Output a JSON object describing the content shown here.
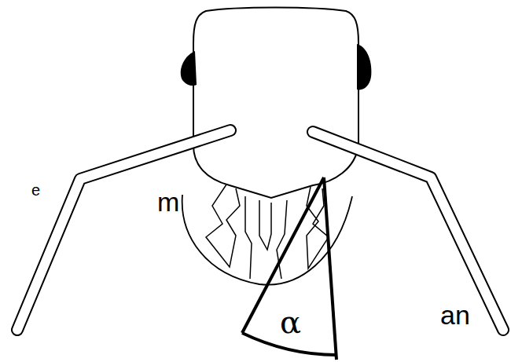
{
  "diagram": {
    "labels": [
      "e",
      "m",
      "an",
      "α"
    ]
  }
}
